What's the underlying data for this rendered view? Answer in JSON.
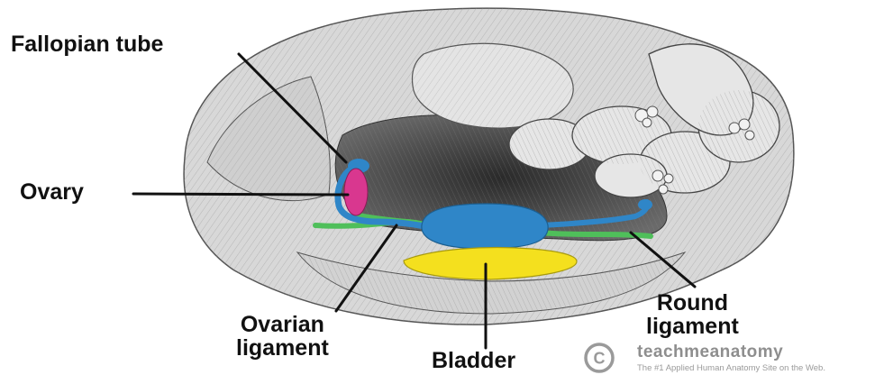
{
  "labels": {
    "fallopian_tube": "Fallopian tube",
    "ovary": "Ovary",
    "ovarian_ligament_line1": "Ovarian",
    "ovarian_ligament_line2": "ligament",
    "round_ligament_line1": "Round",
    "round_ligament_line2": "ligament",
    "bladder": "Bladder"
  },
  "brand": {
    "logo_letter": "C",
    "name": "teachmeanatomy",
    "tagline": "The #1 Applied Human Anatomy Site on the Web."
  },
  "colors": {
    "uterus": "#2f86c8",
    "bladder": "#f4e01e",
    "ovary": "#d9378f",
    "ligament": "#4fbf5a",
    "fallopian_tube": "#2f86c8",
    "tissue_light": "#dcdcdc",
    "tissue_dark": "#3a3a3a"
  }
}
